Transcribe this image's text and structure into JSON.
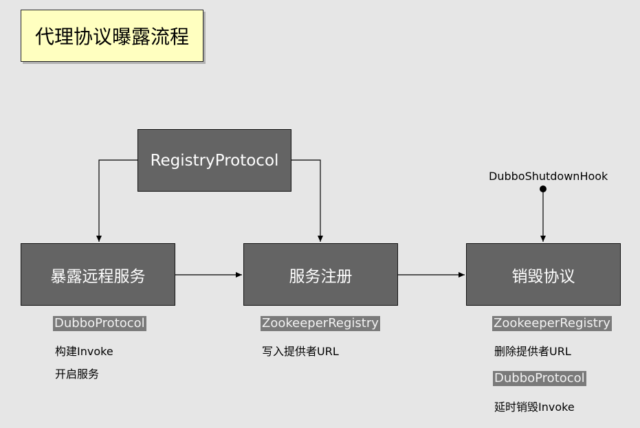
{
  "title": "代理协议曝露流程",
  "registry_protocol": "RegistryProtocol",
  "steps": {
    "expose": "暴露远程服务",
    "register": "服务注册",
    "destroy": "销毁协议"
  },
  "shutdown_hook": "DubboShutdownHook",
  "expose_notes": {
    "tag": "DubboProtocol",
    "line1": "构建Invoke",
    "line2": "开启服务"
  },
  "register_notes": {
    "tag": "ZookeeperRegistry",
    "line1": "写入提供者URL"
  },
  "destroy_notes": {
    "tag1": "ZookeeperRegistry",
    "line1": "删除提供者URL",
    "tag2": "DubboProtocol",
    "line2": "延时销毁Invoke"
  }
}
